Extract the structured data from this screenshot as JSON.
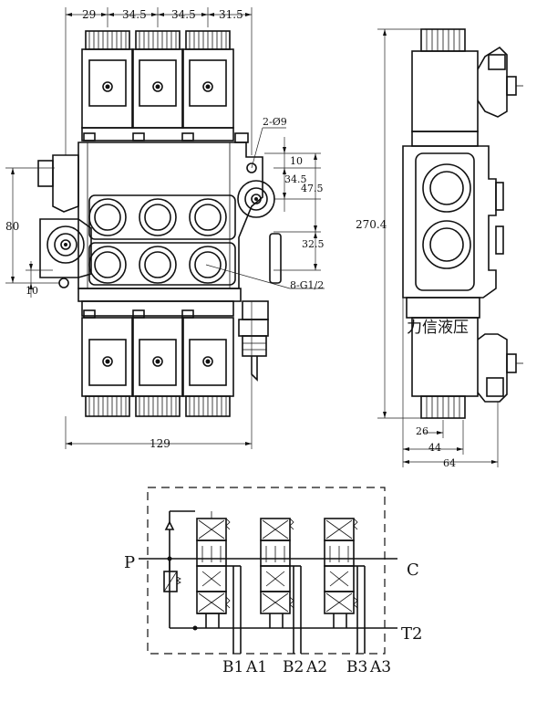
{
  "front_view": {
    "top_dims": [
      "29",
      "34.5",
      "34.5",
      "31.5"
    ],
    "port_callout": "2-Ø9",
    "right_dims": [
      "10",
      "34.5",
      "47.5",
      "32.5"
    ],
    "left_dims": [
      "80",
      "10"
    ],
    "thread_callout": "8-G1/2",
    "bottom_dim": "129"
  },
  "side_view": {
    "height_dim": "270.4",
    "bottom_dims": [
      "26",
      "44",
      "64"
    ],
    "watermark": "力信液压"
  },
  "schematic": {
    "labels": {
      "p": "P",
      "c": "C",
      "t2": "T2",
      "ports": [
        "B1",
        "A1",
        "B2",
        "A2",
        "B3",
        "A3"
      ]
    }
  },
  "colors": {
    "ink": "#111111",
    "paper": "#ffffff"
  }
}
